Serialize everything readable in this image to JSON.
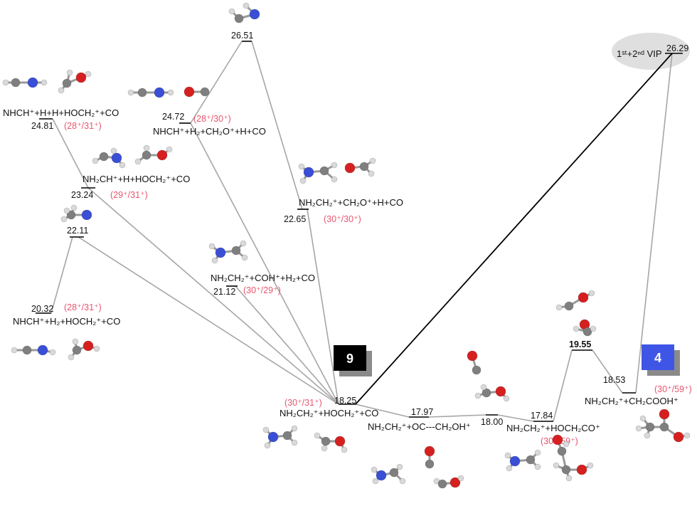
{
  "colors": {
    "connector": "#a6a6a6",
    "vip_line": "#000000",
    "charge_state": "#e8556e",
    "box_9": "#000000",
    "box_4": "#3f55e6",
    "box_shadow": "#8a8a8a",
    "atom_H": "#d9d9d9",
    "atom_C": "#7f7f7f",
    "atom_N": "#3a4fd6",
    "atom_O": "#d62020",
    "vip_ellipse": "#d9d9d9"
  },
  "levels": {
    "l2481": {
      "value": "24.81",
      "species": "NHCH⁺+H+H+HOCH₂⁺+CO",
      "charge": "(28⁺/31⁺)"
    },
    "l2472": {
      "value": "24.72",
      "species": "NHCH⁺+H₂+CH₂O⁺+H+CO",
      "charge": "(28⁺/30⁺)"
    },
    "l2651": {
      "value": "26.51"
    },
    "l2324": {
      "value": "23.24",
      "species": "NH₂CH⁺+H+HOCH₂⁺+CO",
      "charge": "(29⁺/31⁺)"
    },
    "l2211": {
      "value": "22.11"
    },
    "l2032": {
      "value": "20.32",
      "species": "NHCH⁺+H₂+HOCH₂⁺+CO",
      "charge": "(28⁺/31⁺)"
    },
    "l2112": {
      "value": "21.12",
      "species": "NH₂CH₂⁺+COH⁺+H₂+CO",
      "charge": "(30⁺/29⁺)"
    },
    "l2265": {
      "value": "22.65",
      "species": "NH₂CH₂⁺+CH₂O⁺+H+CO",
      "charge": "(30⁺/30⁺)"
    },
    "l1825": {
      "value": "18.25",
      "species": "NH₂CH₂⁺+HOCH₂⁺+CO",
      "charge": "(30⁺/31⁺)"
    },
    "l1797": {
      "value": "17.97",
      "species": "NH₂CH₂⁺+OC---CH₂OH⁺"
    },
    "l1800": {
      "value": "18.00"
    },
    "l1784": {
      "value": "17.84",
      "species": "NH₂CH₂⁺+HOCH₂CO⁺",
      "charge": "(30⁺/59⁺)"
    },
    "l1955": {
      "value": "19.55"
    },
    "l1853": {
      "value": "18.53",
      "species": "NH₂CH₂⁺+CH₂COOH⁺",
      "charge": "(30⁺/59⁺)"
    },
    "l2629": {
      "value": "26.29",
      "species": "1ˢᵗ+2ⁿᵈ VIP"
    }
  },
  "boxes": {
    "box9": "9",
    "box4": "4"
  }
}
